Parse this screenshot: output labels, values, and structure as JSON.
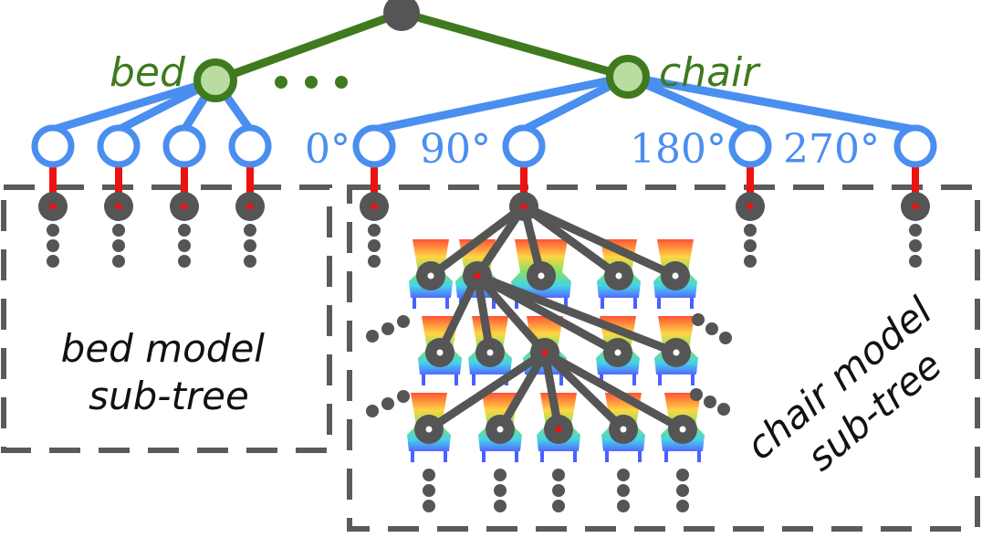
{
  "colors": {
    "category": "#3f7a1e",
    "category_fill": "#b9dca0",
    "rotation": "#4a8ef0",
    "model": "#555555",
    "marker": "#ee1111",
    "box": "#5a5a5a"
  },
  "categories": [
    {
      "label": "bed"
    },
    {
      "label": "chair"
    }
  ],
  "rotations": [
    "0°",
    "90°",
    "180°",
    "270°"
  ],
  "boxes": {
    "bed": [
      "bed model",
      "sub-tree"
    ],
    "chair": [
      "chair model",
      "sub-tree"
    ]
  }
}
